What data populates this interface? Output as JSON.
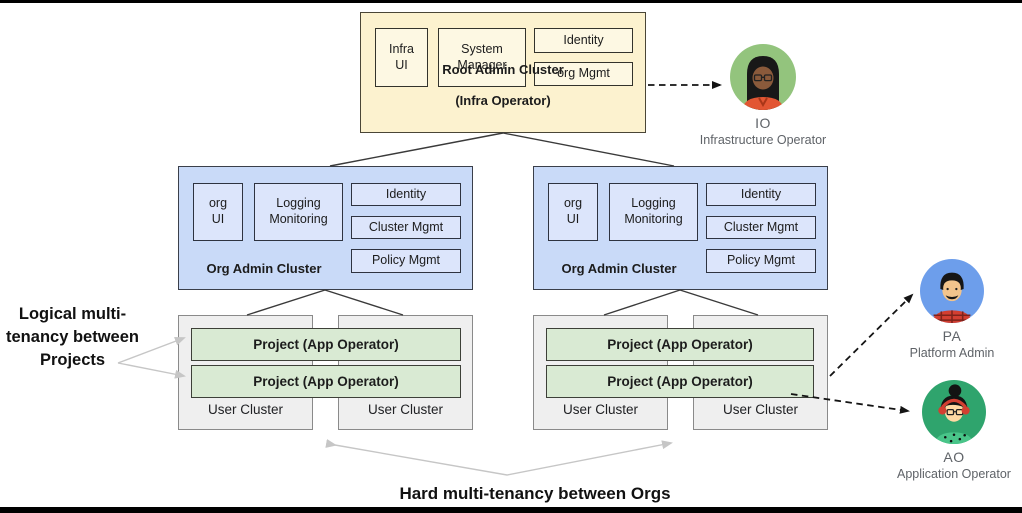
{
  "root_cluster": {
    "title": "Root Admin Cluster",
    "subtitle": "(Infra Operator)",
    "modules": [
      "Infra\nUI",
      "System\nManager",
      "Identity",
      "org Mgmt"
    ]
  },
  "org_clusters": [
    {
      "title": "Org Admin Cluster",
      "modules": [
        "org\nUI",
        "Logging\nMonitoring",
        "Identity",
        "Cluster Mgmt",
        "Policy Mgmt"
      ]
    },
    {
      "title": "Org Admin Cluster",
      "modules": [
        "org\nUI",
        "Logging\nMonitoring",
        "Identity",
        "Cluster Mgmt",
        "Policy Mgmt"
      ]
    }
  ],
  "user_cluster_groups": [
    {
      "projects": [
        "Project (App Operator)",
        "Project (App Operator)"
      ],
      "user_clusters": [
        "User Cluster",
        "User Cluster"
      ]
    },
    {
      "projects": [
        "Project (App Operator)",
        "Project  (App Operator)"
      ],
      "user_clusters": [
        "User Cluster",
        "User Cluster"
      ]
    }
  ],
  "annotations": {
    "left_label": "Logical multi-tenancy between Projects",
    "bottom_label": "Hard multi-tenancy between Orgs"
  },
  "actors": [
    {
      "initials": "IO",
      "role": "Infrastructure Operator",
      "avatar_bg": "#93C47D"
    },
    {
      "initials": "PA",
      "role": "Platform Admin",
      "avatar_bg": "#6D9EEB"
    },
    {
      "initials": "AO",
      "role": "Application Operator",
      "avatar_bg": "#2FA46D"
    }
  ],
  "colors": {
    "root_fill": "#FCF2CF",
    "root_module_fill": "#FDF8E3",
    "org_fill": "#C9DAF8",
    "org_module_fill": "#DCE5FB",
    "project_fill": "#D9EAD3",
    "user_cluster_fill": "#EFEFEF",
    "connector": "#3a3a3a",
    "dashed_arrow": "#141414",
    "gray_arrow": "#c6c6c6",
    "role_text": "#5f6368"
  }
}
